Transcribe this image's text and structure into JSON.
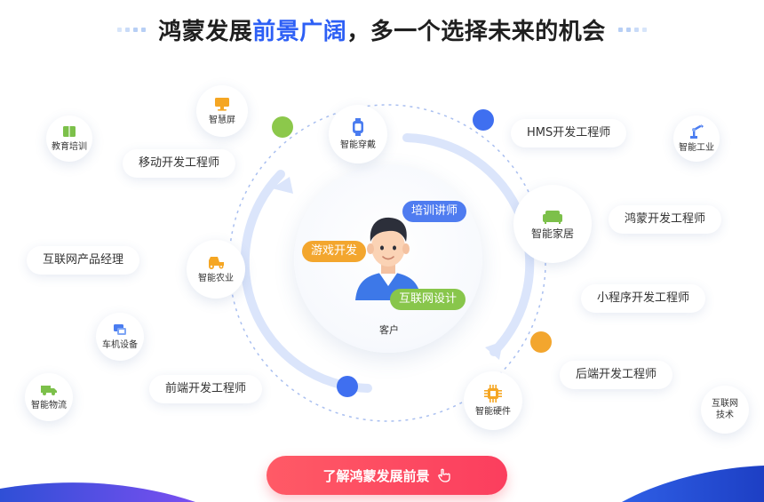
{
  "title": {
    "part1": "鸿蒙发展",
    "highlight": "前景广阔",
    "part2": "，多一个选择未来的机会"
  },
  "center": {
    "label": "客户",
    "tags": {
      "top": "培训讲师",
      "left": "游戏开发",
      "bottom": "互联网设计"
    }
  },
  "nodes": {
    "smart_screen": "智慧屏",
    "education": "教育培训",
    "wearable": "智能穿戴",
    "smart_home": "智能家居",
    "agriculture": "智能农业",
    "vehicle": "车机设备",
    "logistics": "智能物流",
    "hardware": "智能硬件",
    "industry": "智能工业",
    "iot_tech_line1": "互联网",
    "iot_tech_line2": "技术"
  },
  "pills": {
    "mobile_dev": "移动开发工程师",
    "hms_dev": "HMS开发工程师",
    "hongmeng_dev": "鸿蒙开发工程师",
    "product_manager": "互联网产品经理",
    "mini_program_dev": "小程序开发工程师",
    "backend_dev": "后端开发工程师",
    "frontend_dev": "前端开发工程师"
  },
  "cta": {
    "label": "了解鸿蒙发展前景"
  },
  "icons": {
    "smart_screen": "monitor-icon",
    "education": "book-icon",
    "wearable": "watch-icon",
    "smart_home": "sofa-icon",
    "agriculture": "tractor-icon",
    "vehicle": "car-screen-icon",
    "logistics": "truck-icon",
    "hardware": "chip-icon",
    "industry": "robot-arm-icon",
    "avatar": "person-avatar",
    "cta": "pointing-hand-icon"
  },
  "colors": {
    "accent_blue": "#2d5ff5",
    "dot_green": "#8cc84b",
    "dot_blue": "#3f6ff0",
    "dot_orange": "#f3a62e",
    "cta_red": "#fb3e5e",
    "icon_orange": "#f5a623",
    "icon_green": "#7cc04a",
    "icon_blue": "#4a7cf0"
  }
}
